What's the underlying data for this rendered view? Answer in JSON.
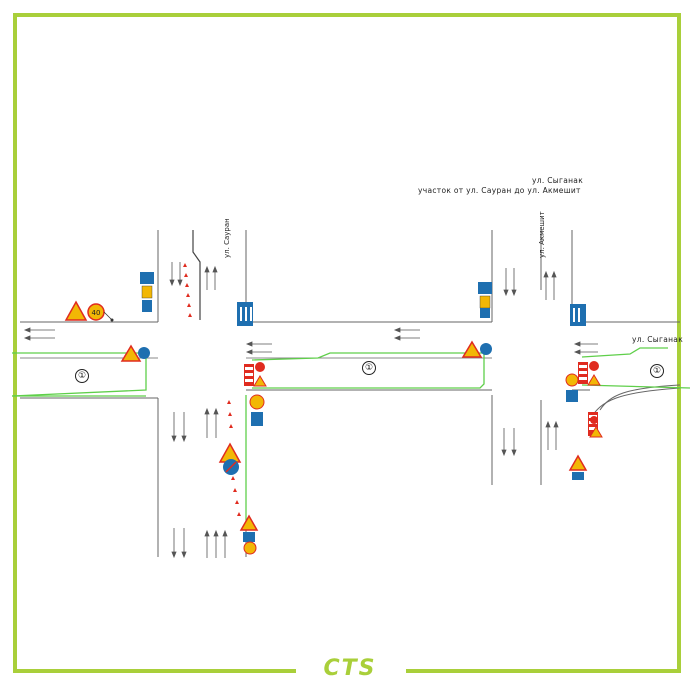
{
  "header": {
    "street_line": "ул. Сыганак",
    "section_line": "участок от ул. Сауран  до ул. Акмешит"
  },
  "streets": {
    "sauran": "ул. Сауран",
    "akmeshit": "ул. Акмешит",
    "syganak_right": "ул. Сыганак"
  },
  "work_zones": [
    {
      "label": "①"
    },
    {
      "label": "①"
    },
    {
      "label": "①"
    }
  ],
  "logo": {
    "text": "CTS"
  },
  "colors": {
    "frame": "#a9cf3a",
    "fence_line": "#5fcf4a",
    "cone": "#e02b1f",
    "sign_blue": "#1e6fb0",
    "sign_yellow": "#f2b705",
    "road_line": "#666666"
  }
}
